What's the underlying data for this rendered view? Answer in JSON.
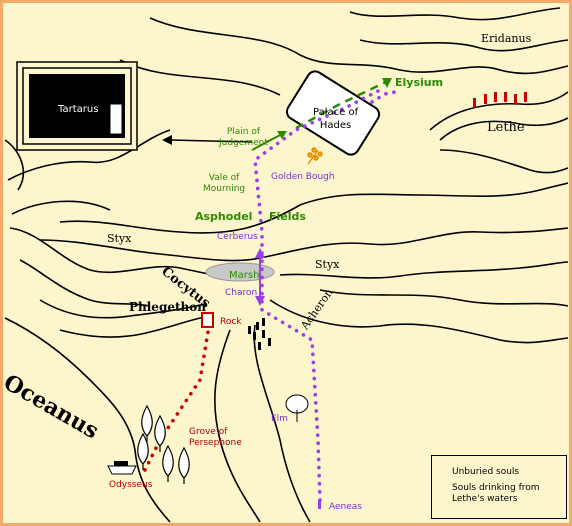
{
  "map": {
    "regions": {
      "tartarus": "Tartarus",
      "palace": "Palace of\nHades",
      "elysium": "Elysium",
      "plain": "Plain of\nJudgement",
      "vale": "Vale of\nMourning",
      "asphodel": "Asphodel",
      "fields": "Fields",
      "golden_bough": "Golden Bough",
      "cerberus": "Cerberus",
      "marsh": "Marsh",
      "charon": "Charon",
      "rock": "Rock",
      "elm": "Elm",
      "grove": "Grove of\nPersephone",
      "odysseus": "Odysseus",
      "aeneas": "Aeneas"
    },
    "rivers": {
      "eridanus": "Eridanus",
      "lethe": "Lethe",
      "styx_left": "Styx",
      "styx_right": "Styx",
      "cocytus": "Cocytus",
      "phlegethon": "Phlegethon",
      "acheron": "Acheron",
      "oceanus": "Oceanus"
    },
    "legend": {
      "unburied": "Unburied souls",
      "lethe_souls": "Souls drinking from\nLethe's waters"
    },
    "colors": {
      "background": "#fdf6cc",
      "border": "#f3a96a",
      "aeneas_path": "#9b3fe6",
      "odysseus_path": "#cc0000",
      "elysium_path": "#2a8a00",
      "region_green": "#2a8a00",
      "label_purple": "#7b2fd0",
      "label_red": "#b00000"
    }
  }
}
